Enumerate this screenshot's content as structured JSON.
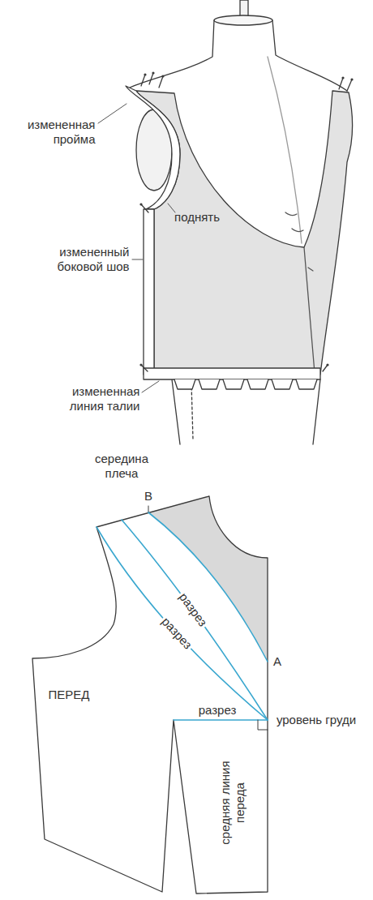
{
  "diagram": {
    "labels": [
      "измененная пройма",
      "поднять",
      "измененный боковой шов",
      "измененная линия талии",
      "середина плеча",
      "B",
      "A",
      "разрез",
      "разрез",
      "разрез",
      "ПЕРЕД",
      "уровень груди",
      "средняя линия переда"
    ]
  }
}
